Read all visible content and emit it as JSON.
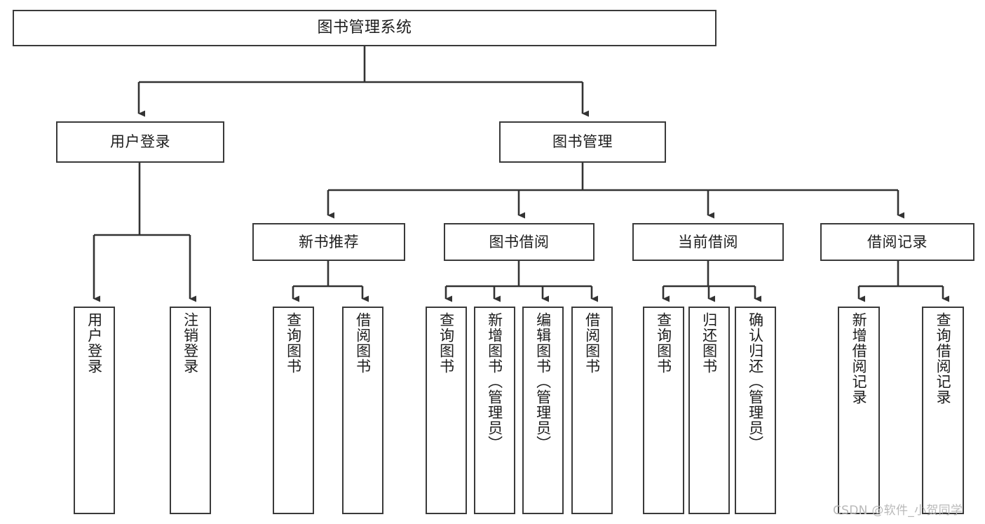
{
  "diagram": {
    "title": "图书管理系统",
    "type": "tree-hierarchy",
    "watermark": "CSDN @软件_小贺同学",
    "colors": {
      "background": "#ffffff",
      "box_border": "#3a3a3a",
      "box_fill": "#ffffff",
      "connector": "#333333",
      "text": "#1d1d1d",
      "watermark_text": "#b9b9b9"
    },
    "levels": {
      "root": "图书管理系统",
      "level2": [
        "用户登录",
        "图书管理"
      ],
      "level3": [
        "新书推荐",
        "图书借阅",
        "当前借阅",
        "借阅记录"
      ]
    },
    "nodes": {
      "root": {
        "label": "图书管理系统"
      },
      "user_login": {
        "label": "用户登录"
      },
      "book_manage": {
        "label": "图书管理"
      },
      "new_book_rec": {
        "label": "新书推荐"
      },
      "book_borrow": {
        "label": "图书借阅"
      },
      "current_borrow": {
        "label": "当前借阅"
      },
      "borrow_record": {
        "label": "借阅记录"
      }
    },
    "leaves": {
      "user_login": [
        {
          "label": "用户登录"
        },
        {
          "label": "注销登录"
        }
      ],
      "new_book_rec": [
        {
          "label": "查询图书"
        },
        {
          "label": "借阅图书"
        }
      ],
      "book_borrow": [
        {
          "label": "查询图书"
        },
        {
          "label": "新增图书（管理员）"
        },
        {
          "label": "编辑图书（管理员）"
        },
        {
          "label": "借阅图书"
        }
      ],
      "current_borrow": [
        {
          "label": "查询图书"
        },
        {
          "label": "归还图书"
        },
        {
          "label": "确认归还（管理员）"
        }
      ],
      "borrow_record": [
        {
          "label": "新增借阅记录"
        },
        {
          "label": "查询借阅记录"
        }
      ]
    }
  }
}
